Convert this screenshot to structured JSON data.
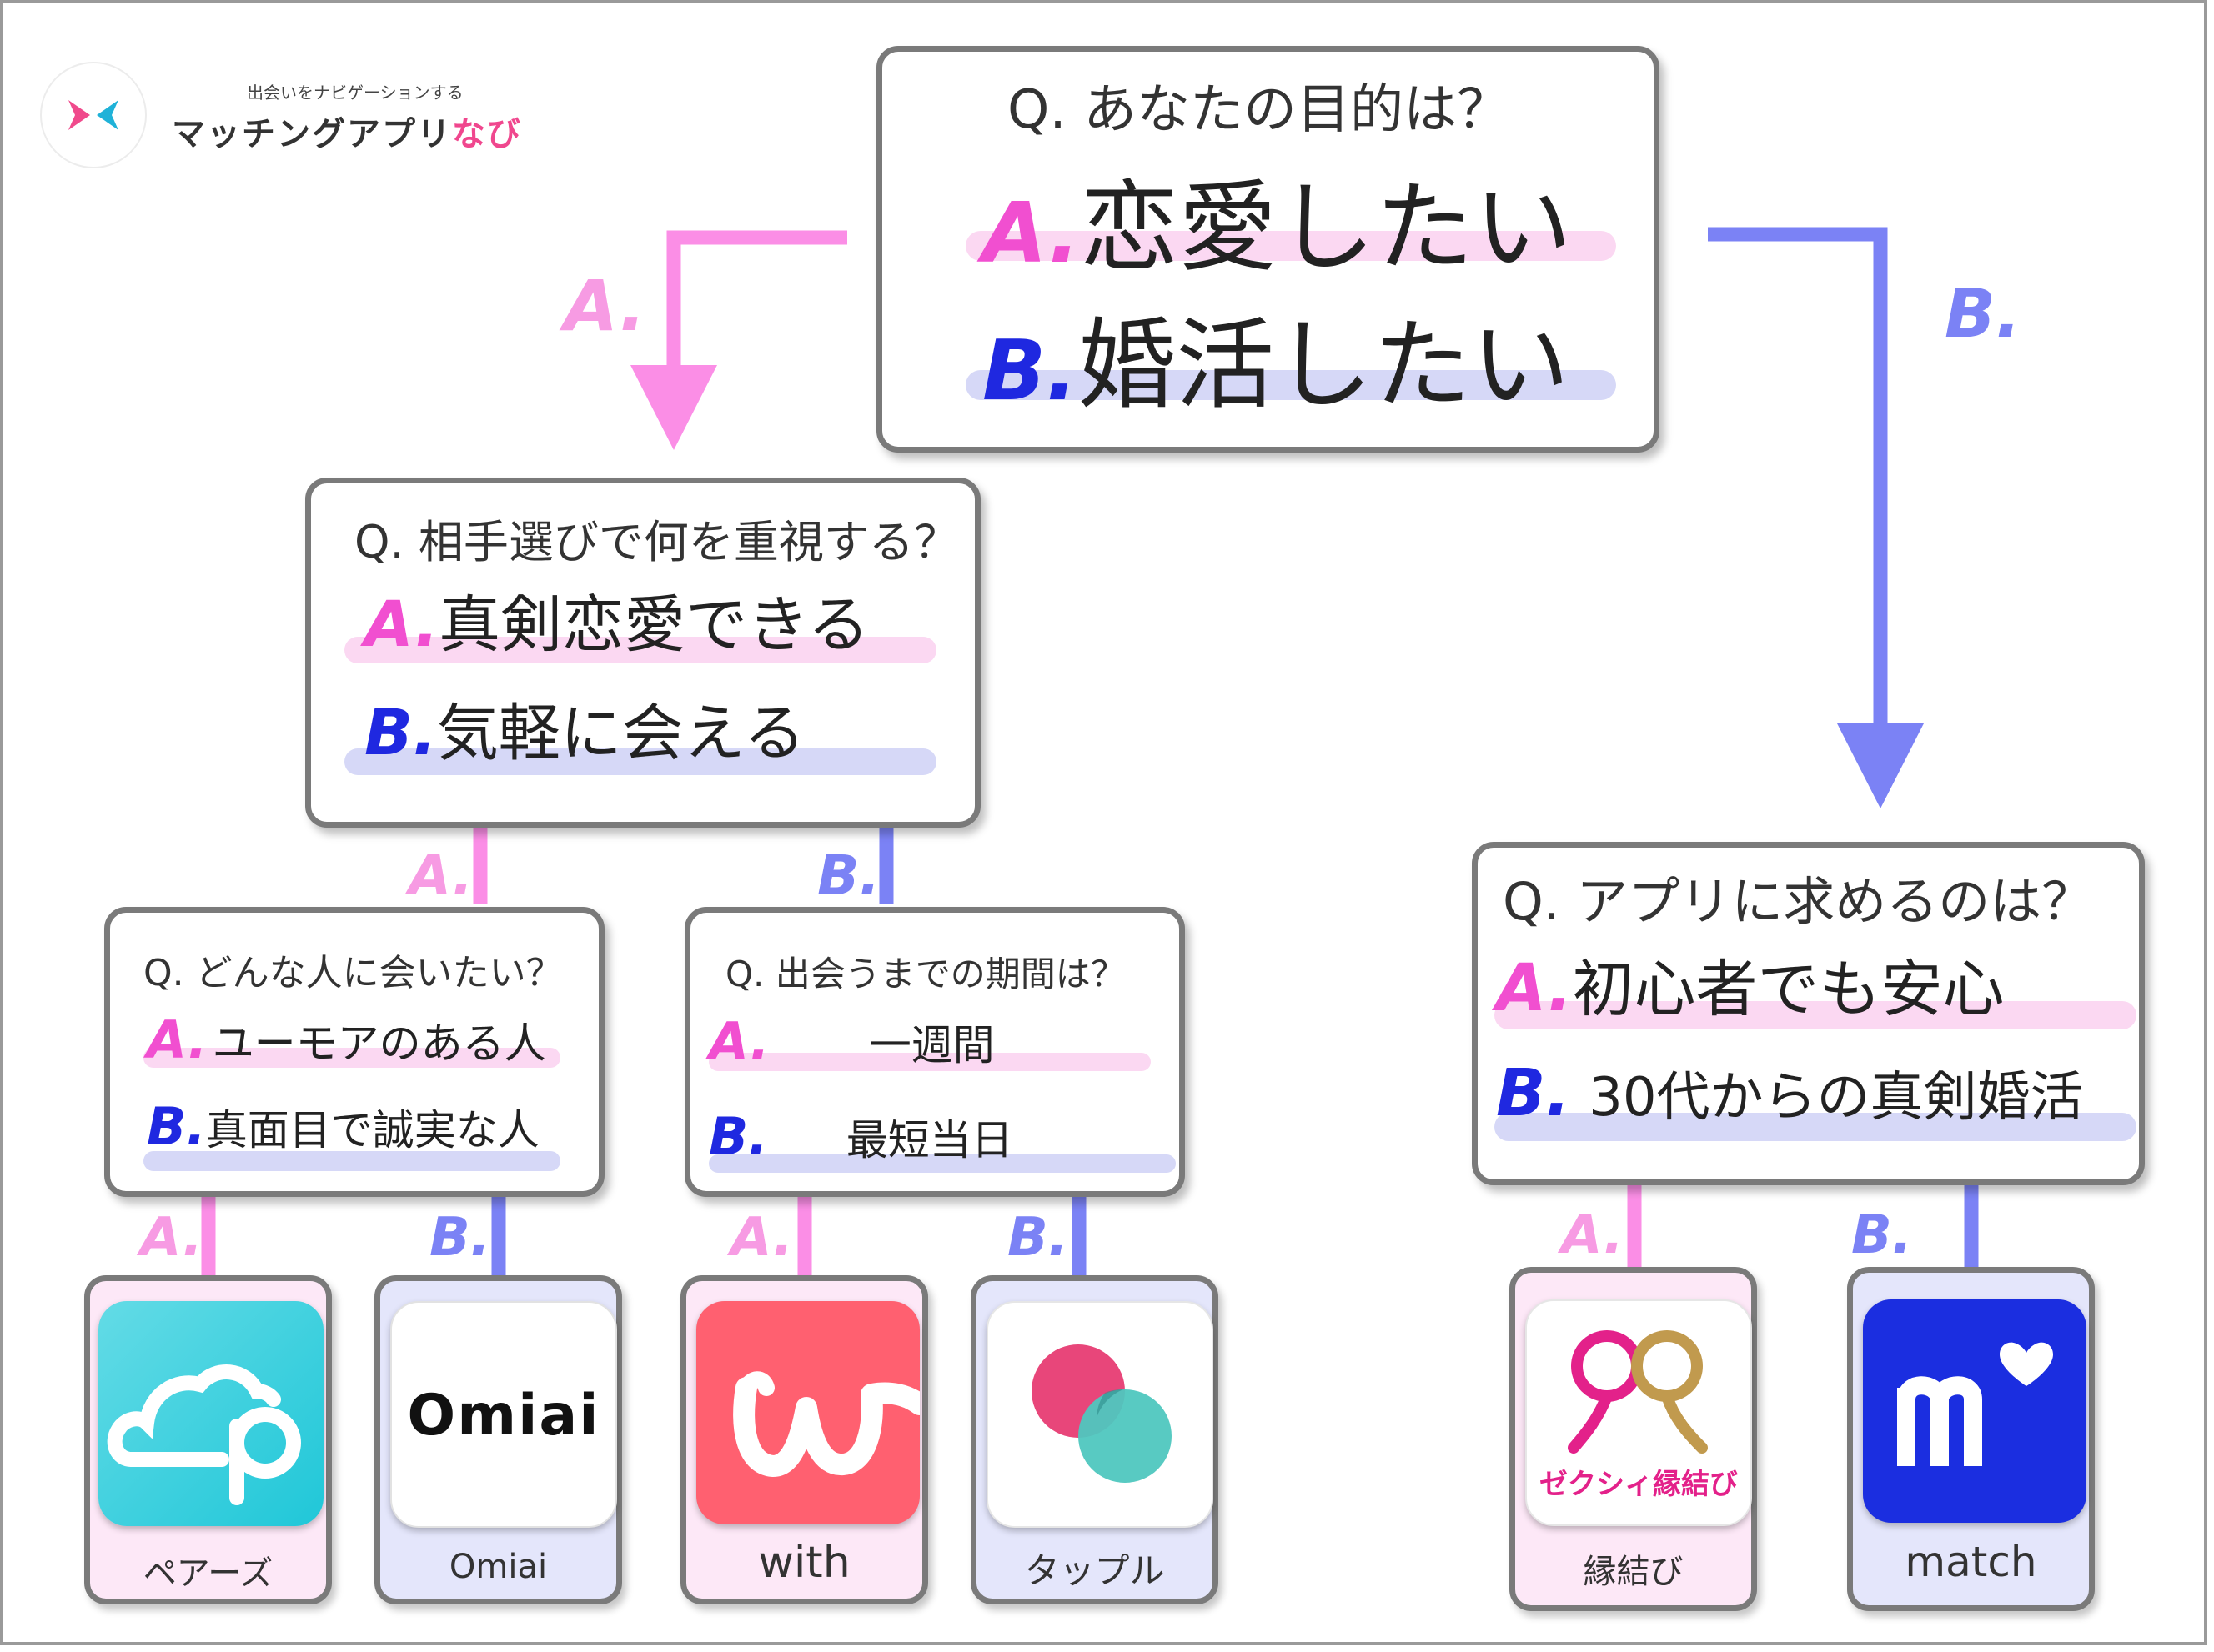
{
  "logo": {
    "tagline": "出会いをナビゲーションする",
    "name_main": "マッチングアプリ",
    "name_accent": "なび",
    "mark_icon": "navi-arrows-icon"
  },
  "colors": {
    "pink": "#f14fd0",
    "blue": "#1f28e0",
    "pink_line": "#fb8ee6",
    "blue_line": "#7b82f5",
    "pink_highlight": "#fbd8f2",
    "blue_highlight": "#d6d8f7"
  },
  "branch_labels": {
    "a": "A.",
    "b": "B."
  },
  "q_root": {
    "question": "Q. あなたの目的は？",
    "a_letter": "A.",
    "a_text": "恋愛したい",
    "b_letter": "B.",
    "b_text": "婚活したい"
  },
  "q_love": {
    "question": "Q. 相手選びで何を重視する？",
    "a_letter": "A.",
    "a_text": "真剣恋愛できる",
    "b_letter": "B.",
    "b_text": "気軽に会える"
  },
  "q_serious": {
    "question": "Q. どんな人に会いたい？",
    "a_letter": "A.",
    "a_text": "ユーモアのある人",
    "b_letter": "B.",
    "b_text": "真面目で誠実な人"
  },
  "q_casual": {
    "question": "Q. 出会うまでの期間は？",
    "a_letter": "A.",
    "a_text": "一週間",
    "b_letter": "B.",
    "b_text": "最短当日"
  },
  "q_marriage": {
    "question": "Q. アプリに求めるのは？",
    "a_letter": "A.",
    "a_text": "初心者でも安心",
    "b_letter": "B.",
    "b_text": "30代からの真剣婚活"
  },
  "apps": [
    {
      "label": "ペアーズ",
      "icon": "pairs-cloud-icon"
    },
    {
      "label": "Omiai",
      "icon": "omiai-logo-icon",
      "icon_text": "Omiai"
    },
    {
      "label": "with",
      "icon": "with-w-icon"
    },
    {
      "label": "タップル",
      "icon": "tapple-circles-icon"
    },
    {
      "label": "縁結び",
      "icon": "zexy-enmusubi-icon",
      "icon_text": "ゼクシィ縁結び"
    },
    {
      "label": "match",
      "icon": "match-m-heart-icon"
    }
  ]
}
